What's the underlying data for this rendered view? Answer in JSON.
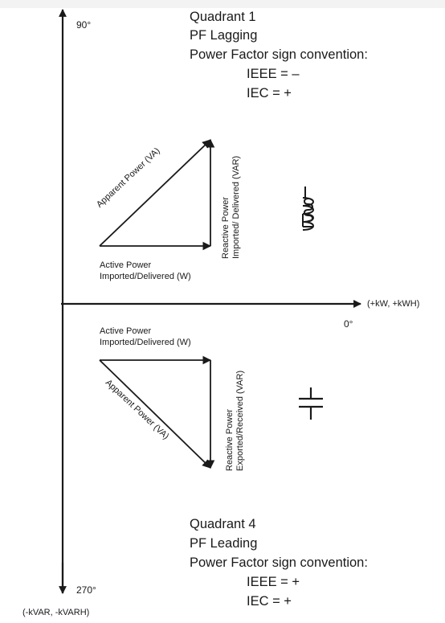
{
  "axes": {
    "label_90": "90°",
    "label_0": "0°",
    "label_270": "270°",
    "label_positive_x": "(+kW, +kWH)",
    "label_negative_y": "(-kVAR, -kVARH)"
  },
  "quadrant1": {
    "title": "Quadrant 1",
    "pf": "PF Lagging",
    "convention": "Power Factor sign convention:",
    "ieee": "IEEE = –",
    "iec": "IEC = +",
    "apparent_label": "Apparent Power (VA)",
    "reactive_line1": "Reactive Power",
    "reactive_line2": "Imported/ Delivered (VAR)",
    "active_line1": "Active Power",
    "active_line2": "Imported/Delivered (W)",
    "icon": "inductor-coil-icon"
  },
  "quadrant4": {
    "title": "Quadrant 4",
    "pf": "PF Leading",
    "convention": "Power Factor sign convention:",
    "ieee": "IEEE = +",
    "iec": "IEC = +",
    "apparent_label": "Apparent Power (VA)",
    "reactive_line1": "Reactive Power",
    "reactive_line2": "Exported/Received (VAR)",
    "active_line1": "Active Power",
    "active_line2": "Imported/Delivered (W)",
    "icon": "capacitor-icon"
  }
}
